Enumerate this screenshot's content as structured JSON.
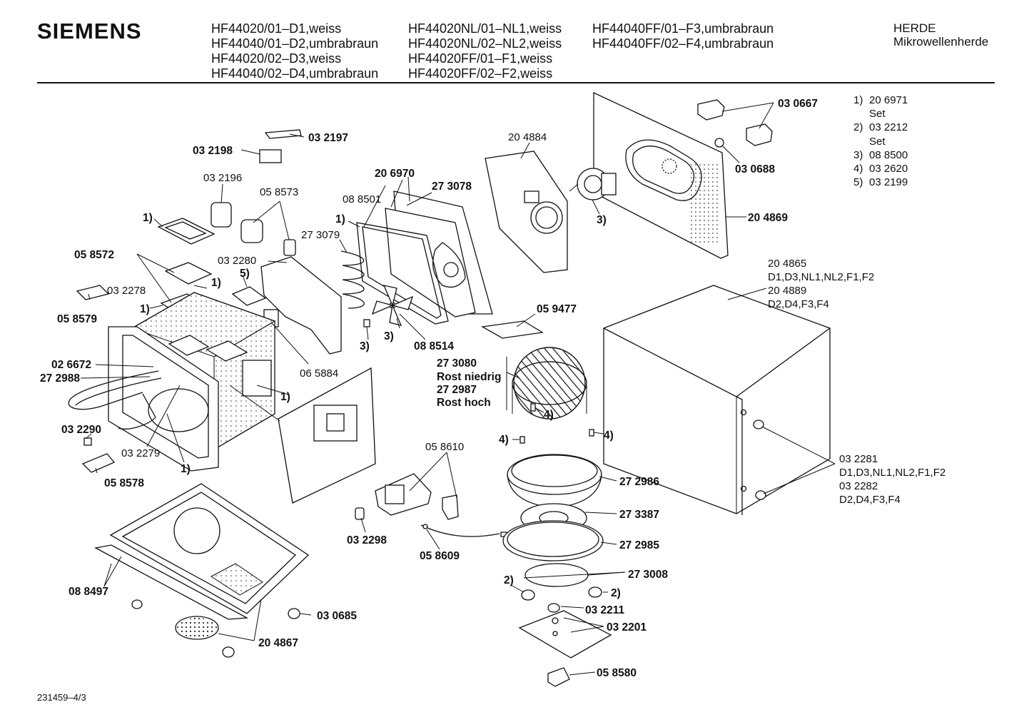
{
  "header": {
    "brand": "SIEMENS",
    "models_col1": [
      "HF44020/01–D1,weiss",
      "HF44040/01–D2,umbrabraun",
      "HF44020/02–D3,weiss",
      "HF44040/02–D4,umbrabraun"
    ],
    "models_col2": [
      "HF44020NL/01–NL1,weiss",
      "HF44020NL/02–NL2,weiss",
      "HF44020FF/01–F1,weiss",
      "HF44020FF/02–F2,weiss"
    ],
    "models_col3": [
      "HF44040FF/01–F3,umbrabraun",
      "HF44040FF/02–F4,umbrabraun"
    ],
    "category": "HERDE",
    "subcategory": "Mikrowellenherde"
  },
  "notes": [
    {
      "n": "1)",
      "lines": [
        "20 6971",
        "Set"
      ]
    },
    {
      "n": "2)",
      "lines": [
        "03 2212",
        "Set"
      ]
    },
    {
      "n": "3)",
      "lines": [
        "08 8500"
      ]
    },
    {
      "n": "4)",
      "lines": [
        "03 2620"
      ]
    },
    {
      "n": "5)",
      "lines": [
        "03 2199"
      ]
    }
  ],
  "labels": {
    "p032197": "03 2197",
    "p032198": "03 2198",
    "p032196": "03 2196",
    "p058573": "05 8573",
    "ref1a": "1)",
    "p058572": "05 8572",
    "p032280": "03 2280",
    "ref5": "5)",
    "ref1b": "1)",
    "p032278": "03 2278",
    "ref1c": "1)",
    "p058579": "05 8579",
    "p206970": "20 6970",
    "p088501": "08 8501",
    "p273078": "27 3078",
    "ref1d": "1)",
    "p273079": "27 3079",
    "p204884": "20 4884",
    "p030667": "03 0667",
    "p030688": "03 0688",
    "p204869": "20 4869",
    "ref3a": "3)",
    "ref3b": "3)",
    "ref3c": "3)",
    "p088514": "08 8514",
    "p065884": "06 5884",
    "p026672": "02 6672",
    "p272988": "27 2988",
    "ref1e": "1)",
    "p032290": "03 2290",
    "p032279": "03 2279",
    "ref1f": "1)",
    "p058578": "05 8578",
    "p059477": "05 9477",
    "p273080": "27 3080",
    "rost_niedrig": "Rost niedrig",
    "p272987": "27 2987",
    "rost_hoch": "Rost hoch",
    "ref4a": "4)",
    "ref4b": "4)",
    "ref4c": "4)",
    "p058610": "05 8610",
    "p272986": "27 2986",
    "p273387": "27 3387",
    "p272985": "27 2985",
    "p273008": "27 3008",
    "ref2a": "2)",
    "ref2b": "2)",
    "p032211": "03 2211",
    "p032201": "03 2201",
    "p058580": "05 8580",
    "p032298": "03 2298",
    "p058609": "05 8609",
    "p088497": "08 8497",
    "p030685": "03 0685",
    "p204867": "20 4867",
    "housing": [
      "20 4865",
      "D1,D3,NL1,NL2,F1,F2",
      "20 4889",
      "D2,D4,F3,F4"
    ],
    "feet": [
      "03 2281",
      "D1,D3,NL1,NL2,F1,F2",
      "03 2282",
      "D2,D4,F3,F4"
    ]
  },
  "footer": {
    "code": "231459–4/3"
  }
}
